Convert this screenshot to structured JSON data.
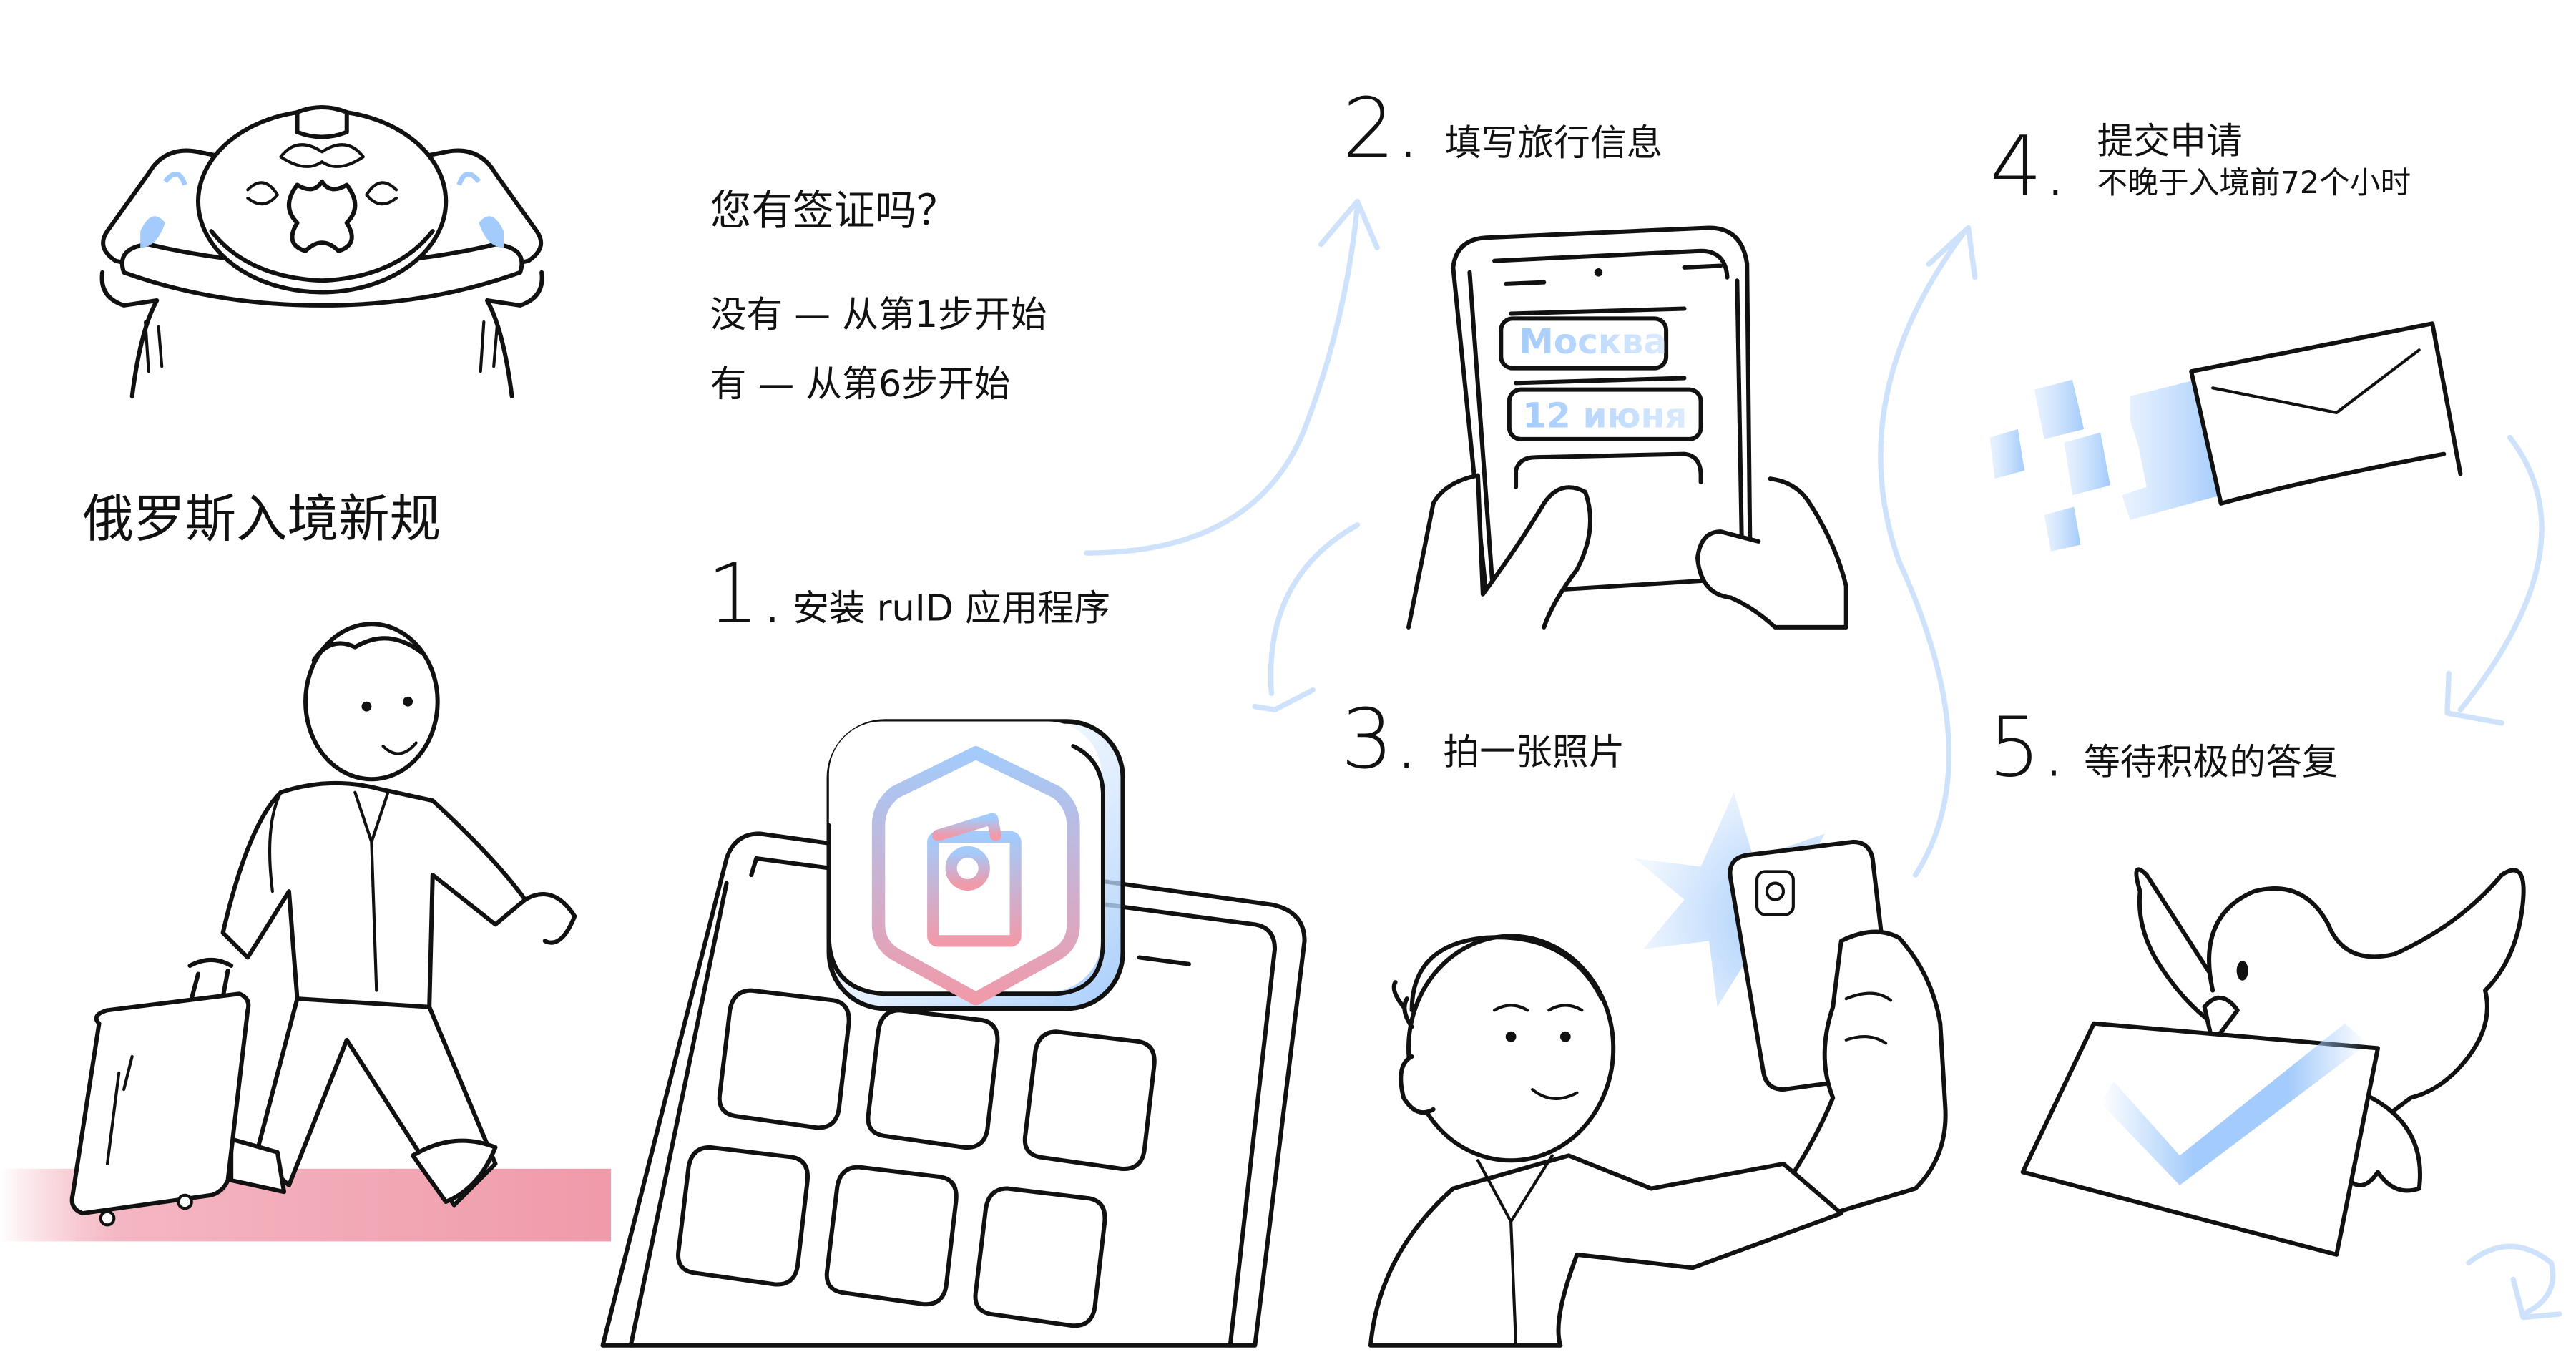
{
  "title": "俄罗斯入境新规",
  "visa_question": {
    "question": "您有签证吗？",
    "options": [
      "没有 — 从第1步开始",
      "有 — 从第6步开始"
    ]
  },
  "steps": [
    {
      "number": "1.",
      "label": "安装 ruID 应用程序"
    },
    {
      "number": "2.",
      "label": "填写旅行信息"
    },
    {
      "number": "3.",
      "label": "拍一张照片"
    },
    {
      "number": "4.",
      "label": "提交申请",
      "sublabel": "不晚于入境前72个小时"
    },
    {
      "number": "5.",
      "label": "等待积极的答复"
    }
  ],
  "phone_form": {
    "city_field": "Москва",
    "date_field": "12 июня"
  },
  "colors": {
    "ink": "#111111",
    "accent_blue": "#a3cbfb",
    "accent_blue_light": "#dbeafe",
    "accent_pink": "#f09aaa",
    "arrow_blue": "#cfe2fb"
  }
}
